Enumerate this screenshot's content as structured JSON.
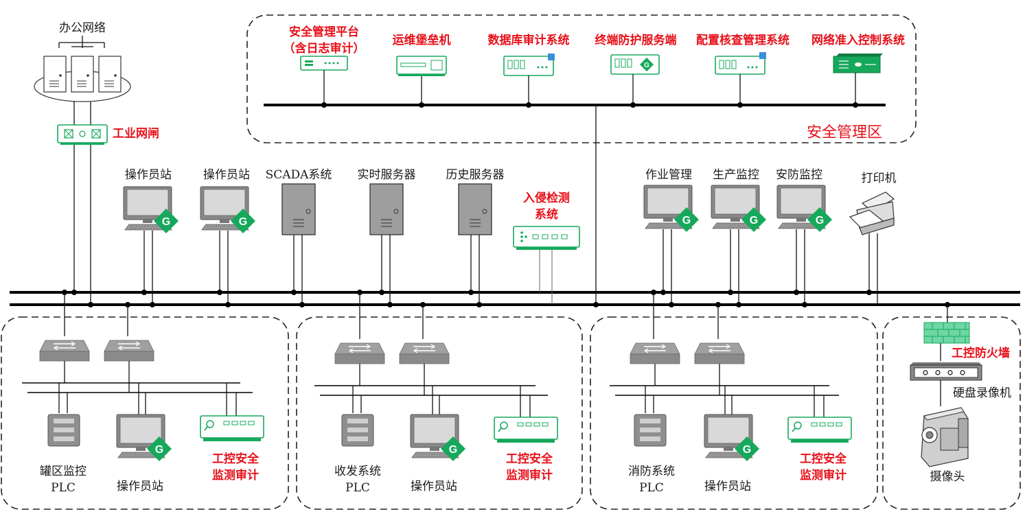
{
  "colors": {
    "accent_green": "#16a85b",
    "label_red": "#e8101a",
    "line": "#000000"
  },
  "office_network": {
    "label": "办公网络",
    "icon": "server-cluster-icon"
  },
  "industrial_gateway": {
    "label": "工业网闸",
    "icon": "gateway-icon"
  },
  "security_zone": {
    "label": "安全管理区",
    "devices": [
      {
        "line1": "安全管理平台",
        "line2": "（含日志审计）",
        "icon": "platform-icon"
      },
      {
        "line1": "运维堡垒机",
        "line2": "",
        "icon": "bastion-icon"
      },
      {
        "line1": "数据库审计系统",
        "line2": "",
        "icon": "db-audit-icon"
      },
      {
        "line1": "终端防护服务端",
        "line2": "",
        "icon": "endpoint-server-icon"
      },
      {
        "line1": "配置核查管理系统",
        "line2": "",
        "icon": "config-check-icon"
      },
      {
        "line1": "网络准入控制系统",
        "line2": "",
        "icon": "nac-icon"
      }
    ]
  },
  "core_devices": [
    {
      "label": "操作员站",
      "icon": "workstation-icon"
    },
    {
      "label": "操作员站",
      "icon": "workstation-icon"
    },
    {
      "label": "SCADA系统",
      "icon": "server-tower-icon"
    },
    {
      "label": "实时服务器",
      "icon": "server-tower-icon"
    },
    {
      "label": "历史服务器",
      "icon": "server-tower-icon"
    },
    {
      "line1": "入侵检测",
      "line2": "系统",
      "icon": "ids-icon"
    },
    {
      "label": "作业管理",
      "icon": "workstation-icon"
    },
    {
      "label": "生产监控",
      "icon": "workstation-icon"
    },
    {
      "label": "安防监控",
      "icon": "workstation-icon"
    },
    {
      "label": "打印机",
      "icon": "printer-icon"
    }
  ],
  "sub_zones": [
    {
      "plc_line1": "罐区监控",
      "plc_line2": "PLC",
      "station": "操作员站",
      "audit_line1": "工控安全",
      "audit_line2": "监测审计"
    },
    {
      "plc_line1": "收发系统",
      "plc_line2": "PLC",
      "station": "操作员站",
      "audit_line1": "工控安全",
      "audit_line2": "监测审计"
    },
    {
      "plc_line1": "消防系统",
      "plc_line2": "PLC",
      "station": "操作员站",
      "audit_line1": "工控安全",
      "audit_line2": "监测审计"
    }
  ],
  "video_zone": {
    "firewall": "工控防火墙",
    "nvr": "硬盘录像机",
    "camera": "摄像头"
  }
}
